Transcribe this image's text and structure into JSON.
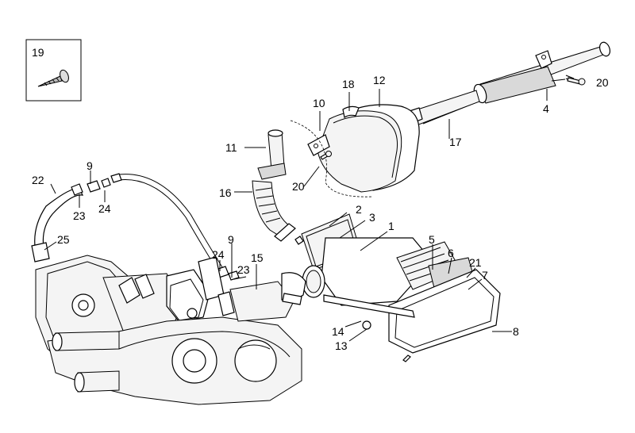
{
  "inset": {
    "label": "19",
    "icon": "self-tapping-screw-icon"
  },
  "callouts": [
    {
      "id": "c1",
      "text": "1"
    },
    {
      "id": "c2",
      "text": "2"
    },
    {
      "id": "c3",
      "text": "3"
    },
    {
      "id": "c4",
      "text": "4"
    },
    {
      "id": "c5",
      "text": "5"
    },
    {
      "id": "c6",
      "text": "6"
    },
    {
      "id": "c7",
      "text": "7"
    },
    {
      "id": "c8",
      "text": "8"
    },
    {
      "id": "c9a",
      "text": "9"
    },
    {
      "id": "c9b",
      "text": "9"
    },
    {
      "id": "c10",
      "text": "10"
    },
    {
      "id": "c11",
      "text": "11"
    },
    {
      "id": "c12",
      "text": "12"
    },
    {
      "id": "c13",
      "text": "13"
    },
    {
      "id": "c14",
      "text": "14"
    },
    {
      "id": "c15",
      "text": "15"
    },
    {
      "id": "c16",
      "text": "16"
    },
    {
      "id": "c17",
      "text": "17"
    },
    {
      "id": "c18",
      "text": "18"
    },
    {
      "id": "c20a",
      "text": "20"
    },
    {
      "id": "c20b",
      "text": "20"
    },
    {
      "id": "c21",
      "text": "21"
    },
    {
      "id": "c22",
      "text": "22"
    },
    {
      "id": "c23a",
      "text": "23"
    },
    {
      "id": "c23b",
      "text": "23"
    },
    {
      "id": "c24a",
      "text": "24"
    },
    {
      "id": "c24b",
      "text": "24"
    },
    {
      "id": "c25",
      "text": "25"
    }
  ]
}
